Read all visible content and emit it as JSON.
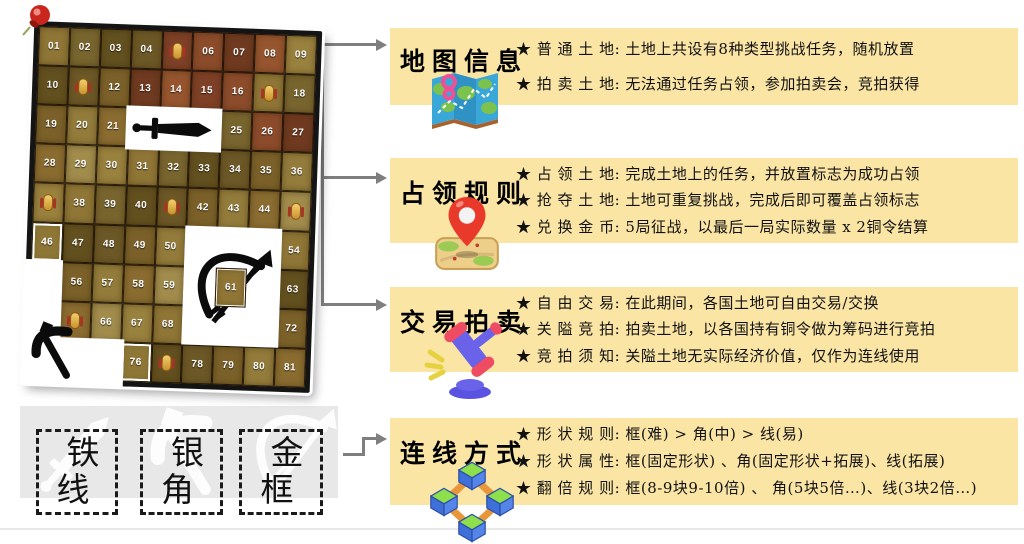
{
  "colors": {
    "panel_bg": "#FAE5A5",
    "arrow": "#7F7F7F",
    "band": "#E8E8E8",
    "badge_gold1": "#F3CF6E",
    "badge_gold2": "#C8922C"
  },
  "board": {
    "cell_numbers_from": 1,
    "cell_numbers_to": 81,
    "number_format": "two-digit zero padded",
    "special_badge_cells": [
      5,
      11,
      17,
      37,
      41,
      45,
      65,
      77
    ],
    "covered_by_sword": [
      22,
      23,
      24
    ],
    "covered_by_bow": [
      51,
      52,
      53,
      60,
      62,
      69,
      70,
      71
    ],
    "visible_in_bow_area": 61,
    "covered_by_pickaxe": [
      55,
      64,
      73,
      74,
      75
    ],
    "highlighted_cells": [
      46,
      76
    ]
  },
  "sections": [
    {
      "title": "地图信息",
      "icon": "folded-map-icon",
      "bullets": [
        "★ 普 通 土 地: 土地上共设有8种类型挑战任务，随机放置",
        "★ 拍 卖 土 地: 无法通过任务占领，参加拍卖会，竞拍获得"
      ]
    },
    {
      "title": "占领规则",
      "icon": "location-pin-icon",
      "bullets": [
        "★ 占 领 土 地: 完成土地上的任务，并放置标志为成功占领",
        "★ 抢 夺 土 地: 土地可重复挑战，完成后即可覆盖占领标志",
        "★ 兑 换 金 币: 5局征战，以最后一局实际数量 x 2铜令结算"
      ]
    },
    {
      "title": "交易拍卖",
      "icon": "gavel-icon",
      "bullets": [
        "★ 自 由 交 易: 在此期间，各国土地可自由交易/交换",
        "★ 关 隘 竞 拍: 拍卖土地，以各国持有铜令做为筹码进行竞拍",
        "★ 竞 拍 须 知: 关隘土地无实际经济价值，仅作为连线使用"
      ]
    },
    {
      "title": "连线方式",
      "icon": "network-cubes-icon",
      "bullets": [
        "★ 形 状 规 则: 框(难) > 角(中) > 线(易)",
        "★ 形 状 属 性: 框(固定形状) 、角(固定形状+拓展)、线(拓展)",
        "★ 翻 倍 规 则: 框(8-9块9-10倍) 、 角(5块5倍…)、线(3块2倍…)"
      ]
    }
  ],
  "tiles": [
    {
      "top": "铁",
      "bottom": "线"
    },
    {
      "top": "银",
      "bottom": "角"
    },
    {
      "top": "金",
      "bottom": "框"
    }
  ],
  "icons": {
    "decoration": "red-pushpin-icon",
    "board_icons": [
      "sword-icon",
      "bow-arrow-icon",
      "pickaxe-icon"
    ],
    "panel_icons": [
      "folded-map-icon",
      "location-pin-icon",
      "gavel-icon",
      "network-cubes-icon"
    ],
    "band_ghost_icons": [
      "sword-icon",
      "pickaxe-icon",
      "bow-arrow-icon"
    ]
  }
}
